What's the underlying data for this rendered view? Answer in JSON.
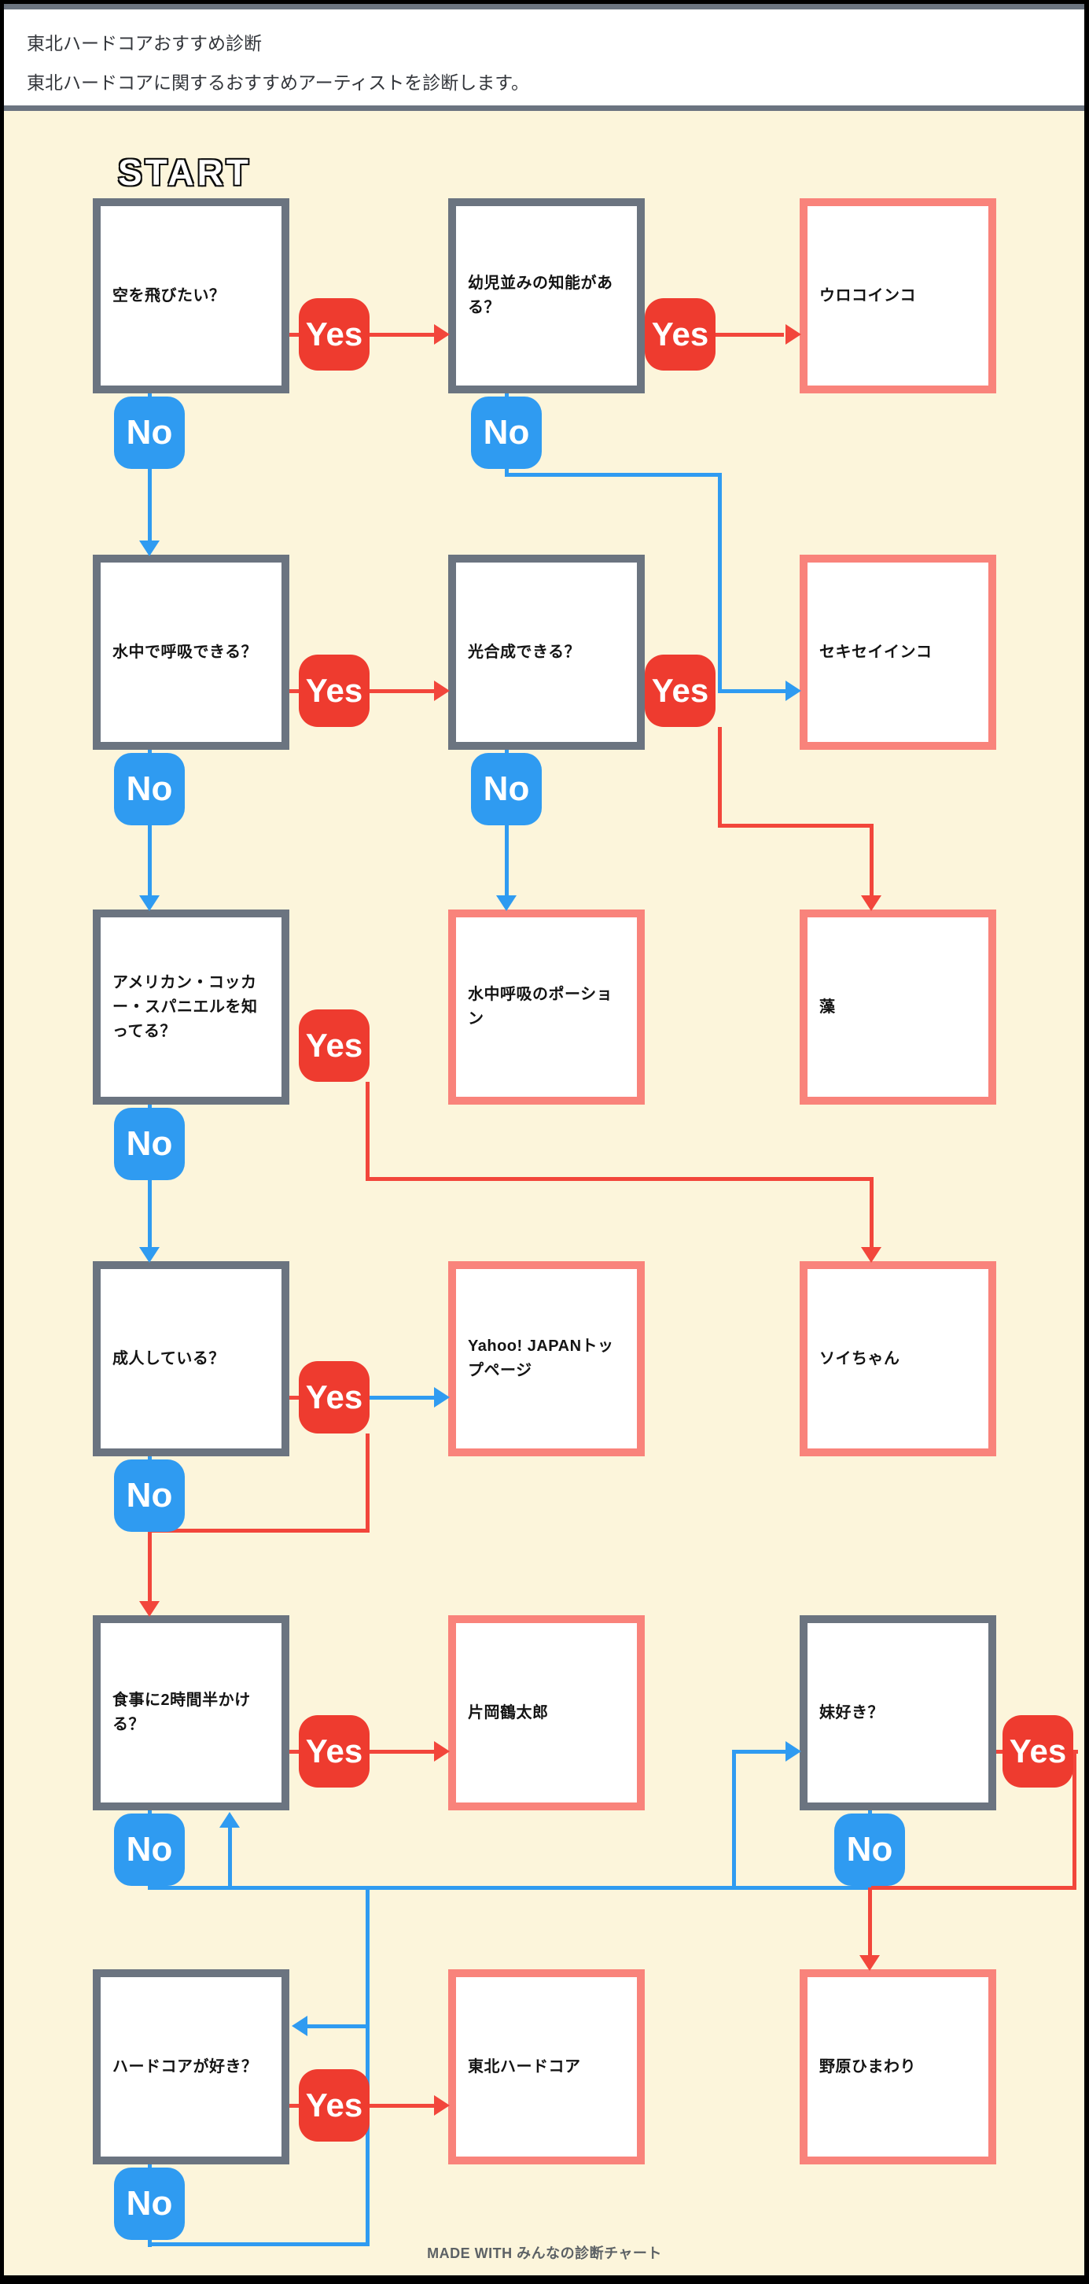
{
  "header": {
    "title": "東北ハードコアおすすめ診断",
    "subtitle": "東北ハードコアに関するおすすめアーティストを診断します。"
  },
  "start_label": "START",
  "footer": {
    "credit": "MADE WITH みんなの診断チャート"
  },
  "labels": {
    "yes": "Yes",
    "no": "No"
  },
  "colors": {
    "background": "#FCF5DB",
    "question_border": "#6B7480",
    "result_border": "#F9837B",
    "yes_button": "#EE3B2F",
    "no_button": "#2F9BF1",
    "red_line": "#F2463B",
    "blue_line": "#2F9BF1",
    "header_bg": "#FFFFFF",
    "frame": "#000000"
  },
  "nodes": [
    {
      "id": "q-sora",
      "type": "question",
      "label": "空を飛びたい？"
    },
    {
      "id": "q-yoji",
      "type": "question",
      "label": "幼児並みの知能がある？"
    },
    {
      "id": "a-urokoinko",
      "type": "result",
      "label": "ウロコインコ"
    },
    {
      "id": "q-suichu",
      "type": "question",
      "label": "水中で呼吸できる？"
    },
    {
      "id": "q-kogosei",
      "type": "question",
      "label": "光合成できる？"
    },
    {
      "id": "a-sekisei",
      "type": "result",
      "label": "セキセイインコ"
    },
    {
      "id": "q-spaniel",
      "type": "question",
      "label": "アメリカン・コッカー・スパニエルを知ってる？"
    },
    {
      "id": "a-potion",
      "type": "result",
      "label": "水中呼吸のポーション"
    },
    {
      "id": "a-mo",
      "type": "result",
      "label": "藻"
    },
    {
      "id": "q-seijin",
      "type": "question",
      "label": "成人している？"
    },
    {
      "id": "a-yahoo",
      "type": "result",
      "label": "Yahoo! JAPANトップページ"
    },
    {
      "id": "a-soychan",
      "type": "result",
      "label": "ソイちゃん"
    },
    {
      "id": "q-shokuji",
      "type": "question",
      "label": "食事に2時間半かける？"
    },
    {
      "id": "a-kataoka",
      "type": "result",
      "label": "片岡鶴太郎"
    },
    {
      "id": "q-imouto",
      "type": "question",
      "label": "妹好き？"
    },
    {
      "id": "q-hardcore",
      "type": "question",
      "label": "ハードコアが好き？"
    },
    {
      "id": "a-tohoku",
      "type": "result",
      "label": "東北ハードコア"
    },
    {
      "id": "a-nohara",
      "type": "result",
      "label": "野原ひまわり"
    }
  ],
  "edges": [
    {
      "from": "q-sora",
      "answer": "Yes",
      "to": "q-yoji"
    },
    {
      "from": "q-sora",
      "answer": "No",
      "to": "q-suichu"
    },
    {
      "from": "q-yoji",
      "answer": "Yes",
      "to": "a-urokoinko"
    },
    {
      "from": "q-yoji",
      "answer": "No",
      "to": "a-sekisei"
    },
    {
      "from": "q-suichu",
      "answer": "Yes",
      "to": "q-kogosei"
    },
    {
      "from": "q-suichu",
      "answer": "No",
      "to": "q-spaniel"
    },
    {
      "from": "q-kogosei",
      "answer": "Yes",
      "to": "a-mo"
    },
    {
      "from": "q-kogosei",
      "answer": "No",
      "to": "a-potion"
    },
    {
      "from": "q-spaniel",
      "answer": "Yes",
      "to": "a-soychan"
    },
    {
      "from": "q-spaniel",
      "answer": "No",
      "to": "q-seijin"
    },
    {
      "from": "q-seijin",
      "answer": "Yes",
      "to": "a-yahoo"
    },
    {
      "from": "q-seijin",
      "answer": "No",
      "to": "q-shokuji"
    },
    {
      "from": "q-shokuji",
      "answer": "Yes",
      "to": "a-kataoka"
    },
    {
      "from": "q-shokuji",
      "answer": "No",
      "to": "q-imouto"
    },
    {
      "from": "q-imouto",
      "answer": "Yes",
      "to": "a-nohara"
    },
    {
      "from": "q-imouto",
      "answer": "No",
      "to": "q-hardcore"
    },
    {
      "from": "q-hardcore",
      "answer": "Yes",
      "to": "a-tohoku"
    },
    {
      "from": "q-hardcore",
      "answer": "No",
      "to": "q-shokuji"
    }
  ]
}
